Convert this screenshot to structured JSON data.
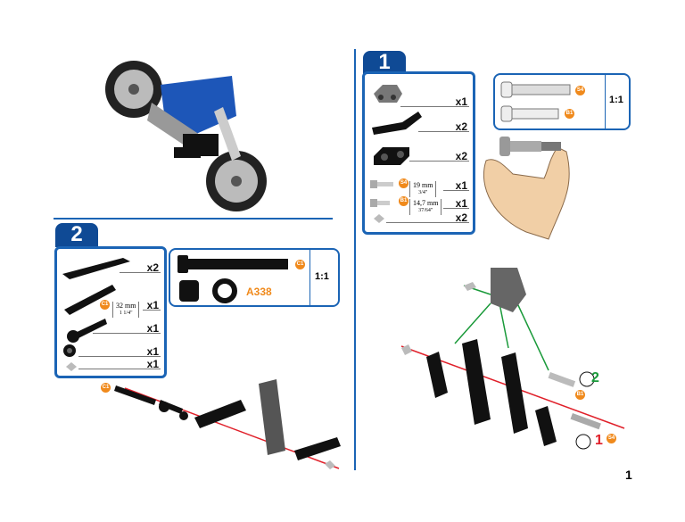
{
  "step1": {
    "number": "1",
    "parts": [
      {
        "name": "bracket",
        "qty": "x1"
      },
      {
        "name": "angled-plate",
        "qty": "x2"
      },
      {
        "name": "short-plate",
        "qty": "x2"
      },
      {
        "name": "bolt-s4",
        "qty": "x1",
        "code": "S4",
        "length_mm": "19 mm",
        "length_in": "3/4\""
      },
      {
        "name": "bolt-b1",
        "qty": "x1",
        "code": "B1",
        "length_mm": "14,7 mm",
        "length_in": "37/64\""
      },
      {
        "name": "nut",
        "qty": "x2"
      }
    ],
    "scale_box": {
      "codes": [
        "S4",
        "B1"
      ],
      "scale": "1:1"
    },
    "assembly": {
      "codes": [
        "B1",
        "S4"
      ],
      "turns": [
        "2",
        "1"
      ]
    }
  },
  "step2": {
    "number": "2",
    "parts": [
      {
        "name": "long-plate",
        "qty": "x2"
      },
      {
        "name": "long-bolt-c1",
        "qty": "x1",
        "code": "C1",
        "length_mm": "32 mm",
        "length_in": "1 1/4\""
      },
      {
        "name": "bolt-with-spacer",
        "qty": "x1"
      },
      {
        "name": "spacer",
        "qty": "x1"
      },
      {
        "name": "nut",
        "qty": "x1"
      }
    ],
    "scale_box": {
      "code": "C1",
      "part": "A338",
      "scale": "1:1"
    },
    "assembly": {
      "code": "C1"
    }
  },
  "page_number": "1",
  "colors": {
    "blue": "#1b64b5",
    "tab": "#0f4a95",
    "badge": "#f08a1c",
    "green": "#1a9a3a",
    "red": "#e0202a"
  }
}
